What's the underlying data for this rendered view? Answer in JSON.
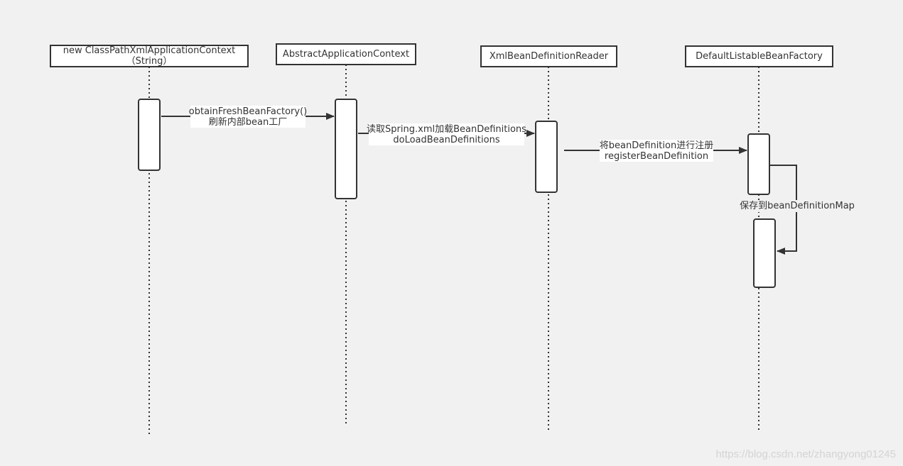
{
  "participants": [
    {
      "line1": "new ClassPathXmlApplicationContext",
      "line2": "（String）"
    },
    {
      "line1": "AbstractApplicationContext"
    },
    {
      "line1": "XmlBeanDefinitionReader"
    },
    {
      "line1": "DefaultListableBeanFactory"
    }
  ],
  "messages": [
    {
      "line1": "obtainFreshBeanFactory()",
      "line2": "刷新内部bean工厂"
    },
    {
      "line1": "读取Spring.xml加载BeanDefinitions",
      "line2": "doLoadBeanDefinitions"
    },
    {
      "line1": "将beanDefinition进行注册",
      "line2": "registerBeanDefinition"
    },
    {
      "line1": "保存到beanDefinitionMap"
    }
  ],
  "watermark": "https://blog.csdn.net/zhangyong01245",
  "colors": {
    "background": "#f1f1f1",
    "stroke": "#333333",
    "box_fill": "#ffffff"
  }
}
